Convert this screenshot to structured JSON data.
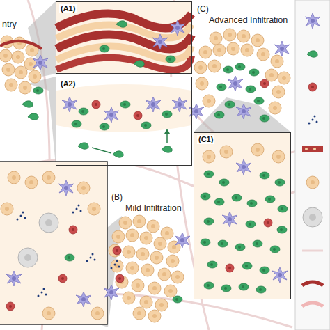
{
  "diagram": {
    "nodes": [
      {
        "text": [
          "(A1)"
        ]
      },
      {
        "text": [
          "(A2)"
        ]
      },
      {
        "text": [
          "(C1)"
        ]
      }
    ],
    "labels": [
      "ntry",
      "(C)",
      "Advanced Infiltration",
      "(B)",
      "Mild Infiltration"
    ]
  }
}
